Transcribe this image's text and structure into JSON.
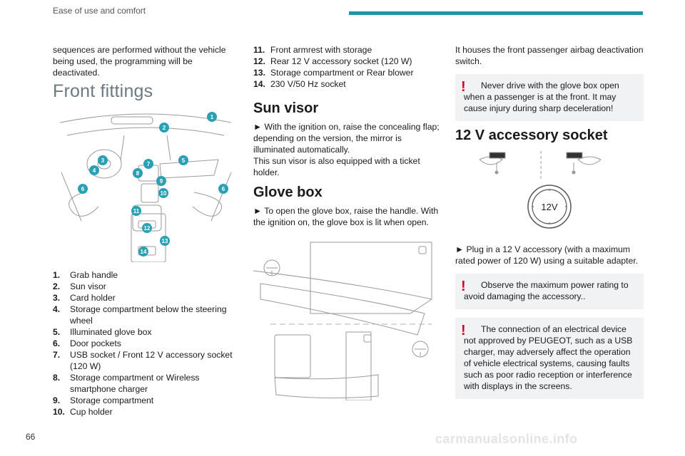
{
  "header": {
    "title": "Ease of use and comfort"
  },
  "col1": {
    "intro": "sequences are performed without the vehicle being used, the programming will be deactivated.",
    "section_title": "Front fittings",
    "figure_callouts": [
      "1",
      "2",
      "3",
      "4",
      "5",
      "6",
      "7",
      "8",
      "9",
      "10",
      "11",
      "12",
      "13",
      "14"
    ],
    "items": [
      {
        "num": "1.",
        "label": "Grab handle"
      },
      {
        "num": "2.",
        "label": "Sun visor"
      },
      {
        "num": "3.",
        "label": "Card holder"
      },
      {
        "num": "4.",
        "label": "Storage compartment below the steering wheel"
      },
      {
        "num": "5.",
        "label": "Illuminated glove box"
      },
      {
        "num": "6.",
        "label": "Door pockets"
      },
      {
        "num": "7.",
        "label": "USB socket / Front 12 V accessory socket (120 W)"
      },
      {
        "num": "8.",
        "label": "Storage compartment or Wireless smartphone charger"
      },
      {
        "num": "9.",
        "label": "Storage compartment"
      },
      {
        "num": "10.",
        "label": "Cup holder"
      }
    ]
  },
  "col2": {
    "items": [
      {
        "num": "11.",
        "label": "Front armrest with storage"
      },
      {
        "num": "12.",
        "label": "Rear 12 V accessory socket (120 W)"
      },
      {
        "num": "13.",
        "label": "Storage compartment or Rear blower"
      },
      {
        "num": "14.",
        "label": "230 V/50 Hz socket"
      }
    ],
    "sun_visor_title": "Sun visor",
    "sun_visor_p1": "► With the ignition on, raise the concealing flap; depending on the version, the mirror is illuminated automatically.",
    "sun_visor_p2": "This sun visor is also equipped with a ticket holder.",
    "glove_title": "Glove box",
    "glove_p1": "► To open the glove box, raise the handle. With the ignition on, the glove box is lit when open."
  },
  "col3": {
    "intro": "It houses the front passenger airbag deactivation switch.",
    "warn1": "Never drive with the glove box open when a passenger is at the front. It may cause injury during sharp deceleration!",
    "socket_title": "12 V accessory socket",
    "socket_label": "12V",
    "socket_p1": "► Plug in a 12 V accessory (with a maximum rated power of 120 W) using a suitable adapter.",
    "warn2": "Observe the maximum power rating to avoid damaging the accessory..",
    "warn3": "The connection of an electrical device not approved by PEUGEOT, such as a USB charger, may adversely affect the operation of vehicle electrical systems, causing faults such as poor radio reception or interference with displays in the screens."
  },
  "footer": {
    "page": "66",
    "watermark": "carmanualsonline.info"
  },
  "colors": {
    "accent": "#1c96a6",
    "warning": "#d6002a",
    "callout": "#2aa0b4"
  }
}
